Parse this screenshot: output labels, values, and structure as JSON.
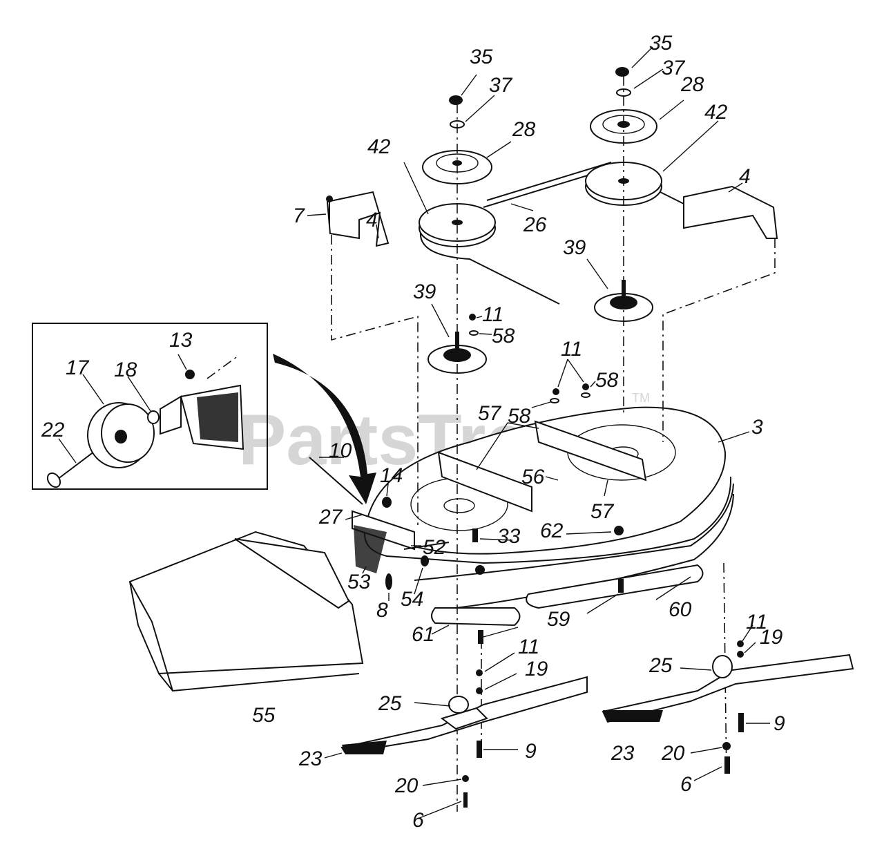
{
  "watermark": {
    "text": "PartsTree",
    "tm": "TM"
  },
  "labels": {
    "l35a": "35",
    "l35b": "35",
    "l37a": "37",
    "l37b": "37",
    "l28a": "28",
    "l28b": "28",
    "l42a": "42",
    "l42b": "42",
    "l7": "7",
    "l4a": "4",
    "l4b": "4",
    "l26": "26",
    "l39a": "39",
    "l39b": "39",
    "l11a": "11",
    "l11b": "11",
    "l11c": "11",
    "l11d": "11",
    "l58a": "58",
    "l58b": "58",
    "l58c": "58",
    "l13": "13",
    "l17": "17",
    "l18": "18",
    "l22": "22",
    "l57a": "57",
    "l57b": "57",
    "l3": "3",
    "l10": "10",
    "l14": "14",
    "l56": "56",
    "l27": "27",
    "l33": "33",
    "l62": "62",
    "l52": "52",
    "l53": "53",
    "l54": "54",
    "l8": "8",
    "l60": "60",
    "l59": "59",
    "l61": "61",
    "l19a": "19",
    "l19b": "19",
    "l25a": "25",
    "l25b": "25",
    "l55": "55",
    "l23a": "23",
    "l23b": "23",
    "l9a": "9",
    "l9b": "9",
    "l20a": "20",
    "l20b": "20",
    "l6a": "6",
    "l6b": "6"
  }
}
